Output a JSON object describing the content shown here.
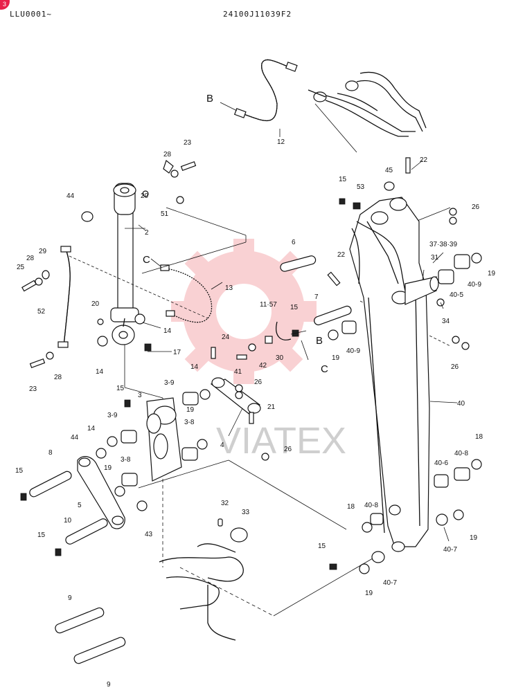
{
  "header": {
    "page_code": "LLU0001~",
    "drawing_number": "24100J11039F2",
    "badge_glyph": "3"
  },
  "watermark": {
    "text": "VIATEX",
    "color": "#e8343c"
  },
  "connectors": {
    "B": "B",
    "C": "C"
  },
  "callouts": [
    "2",
    "3",
    "3-8",
    "3-8",
    "3-9",
    "3-9",
    "4",
    "5",
    "6",
    "7",
    "8",
    "9",
    "9",
    "10",
    "11·57",
    "12",
    "13",
    "14",
    "14",
    "14",
    "14",
    "15",
    "15",
    "15",
    "15",
    "15",
    "15",
    "17",
    "18",
    "18",
    "19",
    "19",
    "19",
    "19",
    "19",
    "19",
    "20",
    "20",
    "21",
    "22",
    "22",
    "23",
    "23",
    "24",
    "25",
    "26",
    "26",
    "26",
    "26",
    "28",
    "28",
    "28",
    "29",
    "30",
    "31",
    "32",
    "33",
    "34",
    "37·38·39",
    "40",
    "40-5",
    "40-6",
    "40-7",
    "40-7",
    "40-8",
    "40-8",
    "40-9",
    "40-9",
    "41",
    "42",
    "43",
    "44",
    "44",
    "45",
    "51",
    "52",
    "53"
  ]
}
